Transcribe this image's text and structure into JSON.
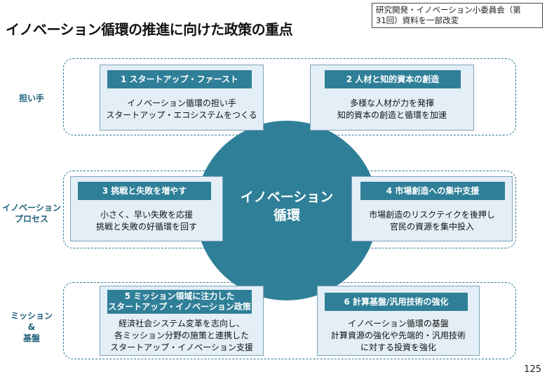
{
  "title": "イノベーション循環の推進に向けた政策の重点",
  "note": "研究開発・イノベーション小委員会（第\n31回）資料を一部改変",
  "rows": [
    {
      "label": "担い手"
    },
    {
      "label": "イノベーション\nプロセス"
    },
    {
      "label": "ミッション\n&\n基盤"
    }
  ],
  "center": {
    "label": "イノベーション\n循環"
  },
  "boxes": [
    {
      "header": "1  スタートアップ・ファースト",
      "body": "イノベーション循環の担い手\nスタートアップ・エコシステムをつくる"
    },
    {
      "header": "2  人材と知的資本の創造",
      "body": "多様な人材が力を発揮\n知的資本の創造と循環を加速"
    },
    {
      "header": "3  挑戦と失敗を増やす",
      "body": "小さく、早い失敗を応援\n挑戦と失敗の好循環を回す"
    },
    {
      "header": "4  市場創造への集中支援",
      "body": "市場創造のリスクテイクを後押し\n官民の資源を集中投入"
    },
    {
      "header": "5  ミッション領域に注力した\nスタートアップ・イノベーション政策",
      "body": "経済社会システム変革を志向し、\n各ミッション分野の施策と連携した\nスタートアップ・イノベーション支援"
    },
    {
      "header": "6  計算基盤/汎用技術の強化",
      "body": "イノベーション循環の基盤\n計算資源の強化や先端的・汎用技術\nに対する投資を強化"
    }
  ],
  "page_number": "125",
  "colors": {
    "accent": "#2f7f98",
    "box_fill": "#e3eef6",
    "label": "#1f5f7a"
  }
}
